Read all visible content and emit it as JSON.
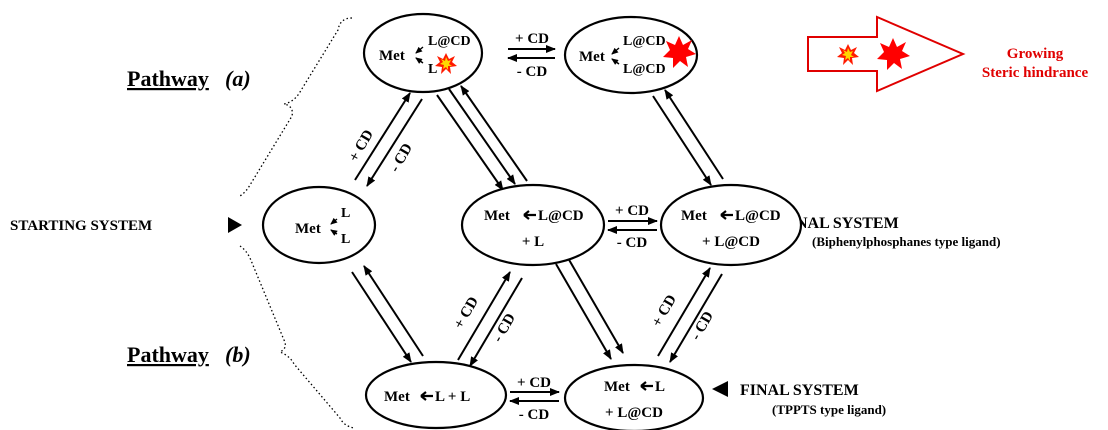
{
  "pathway_a": {
    "word": "Pathway",
    "letter": "(a)"
  },
  "pathway_b": {
    "word": "Pathway",
    "letter": "(b)"
  },
  "starting_system": "STARTING SYSTEM",
  "final_system_1": {
    "title": "FINAL SYSTEM",
    "subtitle": "(Biphenylphosphanes type ligand)"
  },
  "final_system_2": {
    "title": "FINAL SYSTEM",
    "subtitle": "(TPPTS type ligand)"
  },
  "legend": {
    "line1": "Growing",
    "line2": "Steric hindrance"
  },
  "nodes": {
    "start": {
      "met": "Met",
      "l1": "L",
      "l2": "L"
    },
    "top_left": {
      "met": "Met",
      "l1": "L@CD",
      "l2": "L"
    },
    "top_right": {
      "met": "Met",
      "l1": "L@CD",
      "l2": "L@CD"
    },
    "mid_center": {
      "line1": "Met",
      "line1b": "L@CD",
      "line2": "+ L"
    },
    "mid_right": {
      "line1": "Met",
      "line1b": "L@CD",
      "line2": "+ L@CD"
    },
    "bottom_left": {
      "met": "Met",
      "rest": "L + L"
    },
    "bottom_right": {
      "line1": "Met",
      "line1b": "L",
      "line2": "+ L@CD"
    }
  },
  "equilibria": {
    "plus": "+ CD",
    "minus": "- CD"
  },
  "colors": {
    "accent": "#e00000",
    "burst_fill": "#ff0000",
    "burst_inner": "#ffd700"
  }
}
